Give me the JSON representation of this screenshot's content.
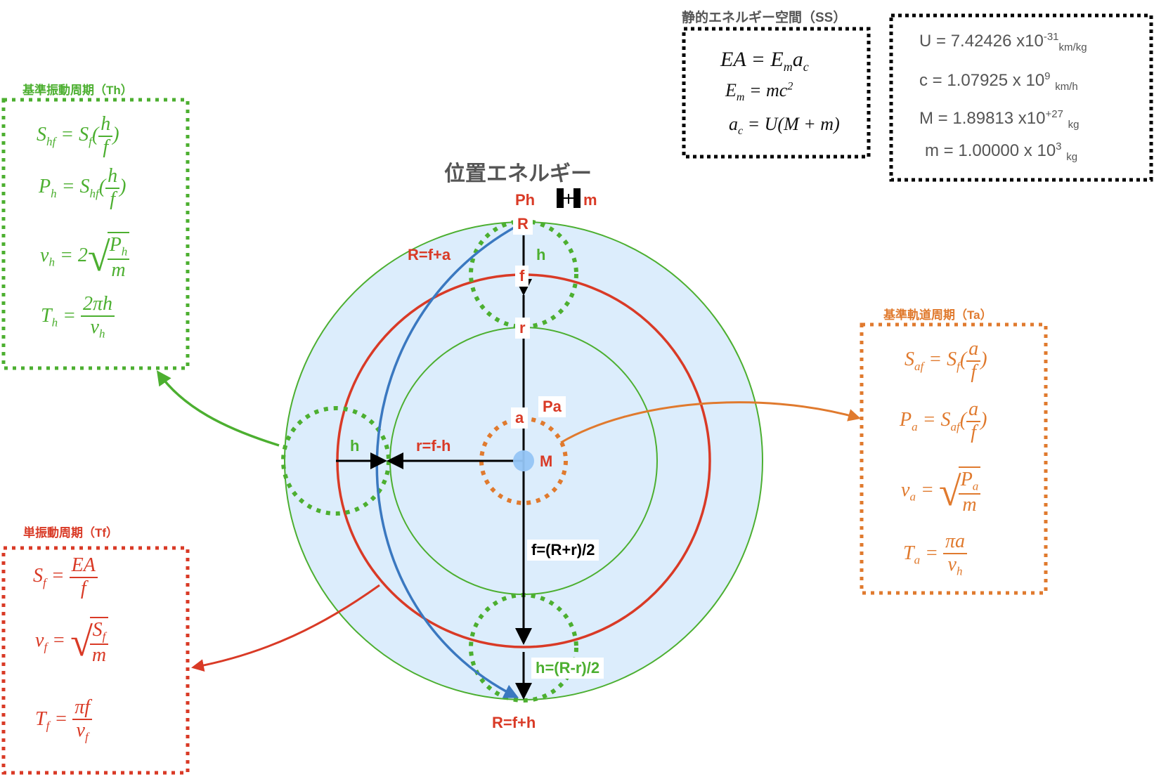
{
  "title": "位置エネルギー",
  "colors": {
    "red": "#d93a26",
    "green": "#4caf30",
    "orange": "#e07a2e",
    "blue": "#3a78c0",
    "light_blue_fill": "#dcedfc",
    "black": "#000000",
    "gray": "#555555"
  },
  "static_energy_space": {
    "title": "静的エネルギー空間（SS）",
    "equations": [
      "EA = E_m a_c",
      "E_m = mc^2",
      "a_c = U(M + m)"
    ]
  },
  "constants": [
    {
      "name": "U",
      "mantissa": "7.42426",
      "times": "x10",
      "exp": "-31",
      "unit": "km/kg"
    },
    {
      "name": "c",
      "mantissa": "1.07925",
      "times": "x 10",
      "exp": "9",
      "unit": "km/h"
    },
    {
      "name": "M",
      "mantissa": "1.89813",
      "times": "x10",
      "exp": "+27",
      "unit": "kg"
    },
    {
      "name": "m",
      "mantissa": "1.00000",
      "times": "x 10",
      "exp": "3",
      "unit": "kg"
    }
  ],
  "reference_vibration_period": {
    "title": "基準振動周期（Th）",
    "equations": [
      "S_hf = S_f(h/f)",
      "P_h = S_hf(h/f)",
      "v_h = 2√(P_h/m)",
      "T_h = 2πh / v_h"
    ]
  },
  "simple_vibration_period": {
    "title": "単振動周期（Tf）",
    "equations": [
      "S_f = EA / f",
      "v_f = √(S_f/m)",
      "T_f = πf / v_f"
    ]
  },
  "reference_orbital_period": {
    "title": "基準軌道周期（Ta）",
    "equations": [
      "S_af = S_f(a/f)",
      "P_a = S_af(a/f)",
      "v_a = √(P_a/m)",
      "T_a = πa / v_h"
    ]
  },
  "diagram_labels": {
    "Ph": "Ph",
    "m": "m",
    "R_top": "R",
    "R_eq_fa": "R=f+a",
    "h_top": "h",
    "f": "f",
    "r": "r",
    "a": "a",
    "Pa": "Pa",
    "M": "M",
    "h_left": "h",
    "r_eq": "r=f-h",
    "f_eq": "f=(R+r)/2",
    "h_eq": "h=(R-r)/2",
    "R_eq_fh": "R=f+h"
  },
  "icons": {
    "satellite": "satellite-icon"
  }
}
